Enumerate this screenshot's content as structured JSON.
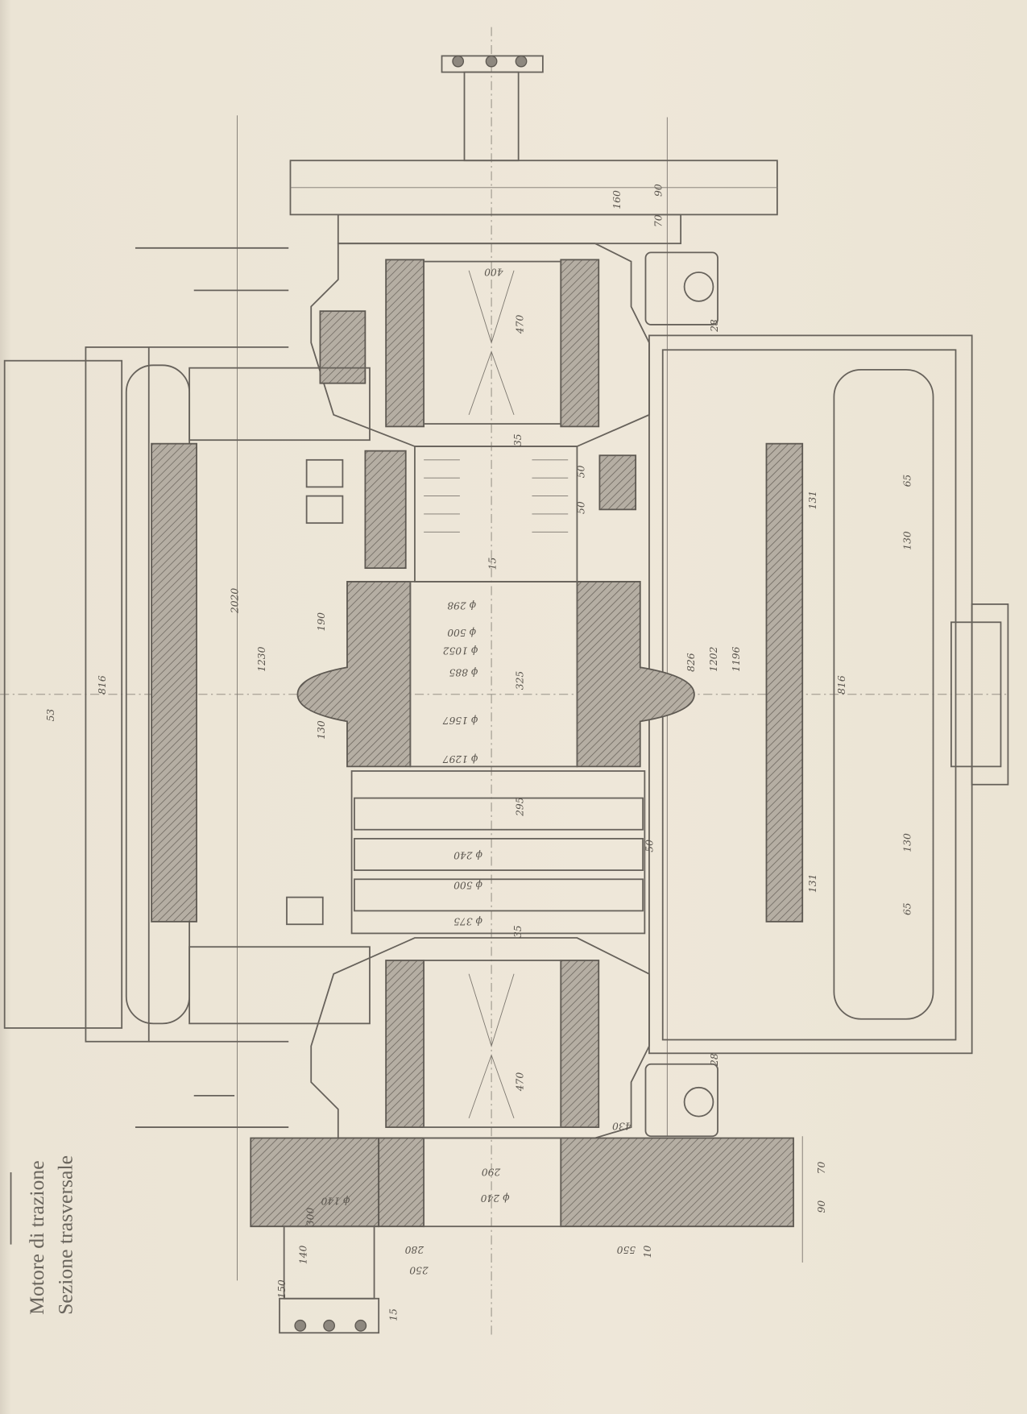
{
  "caption": {
    "line1": "Motore di trazione",
    "line2": "Sezione trasversale"
  },
  "dimensions": [
    "2020",
    "1230",
    "190",
    "130",
    "816",
    "816",
    "826",
    "1202",
    "1196",
    "ϕ 298",
    "ϕ 500",
    "ϕ 1052",
    "ϕ 885",
    "325",
    "ϕ 1567",
    "ϕ 1297",
    "295",
    "ϕ 240",
    "ϕ 500",
    "ϕ 375",
    "470",
    "470",
    "400",
    "430",
    "160",
    "90",
    "70",
    "28",
    "28",
    "65",
    "130",
    "131",
    "130",
    "131",
    "65",
    "550",
    "290",
    "280",
    "250",
    "300",
    "150",
    "140",
    "ϕ 140",
    "ϕ 240",
    "70",
    "90",
    "10",
    "15",
    "50",
    "50",
    "50",
    "53",
    "35",
    "35",
    "15"
  ],
  "colors": {
    "paper": "#ece5d6",
    "ink": "#67625b"
  }
}
